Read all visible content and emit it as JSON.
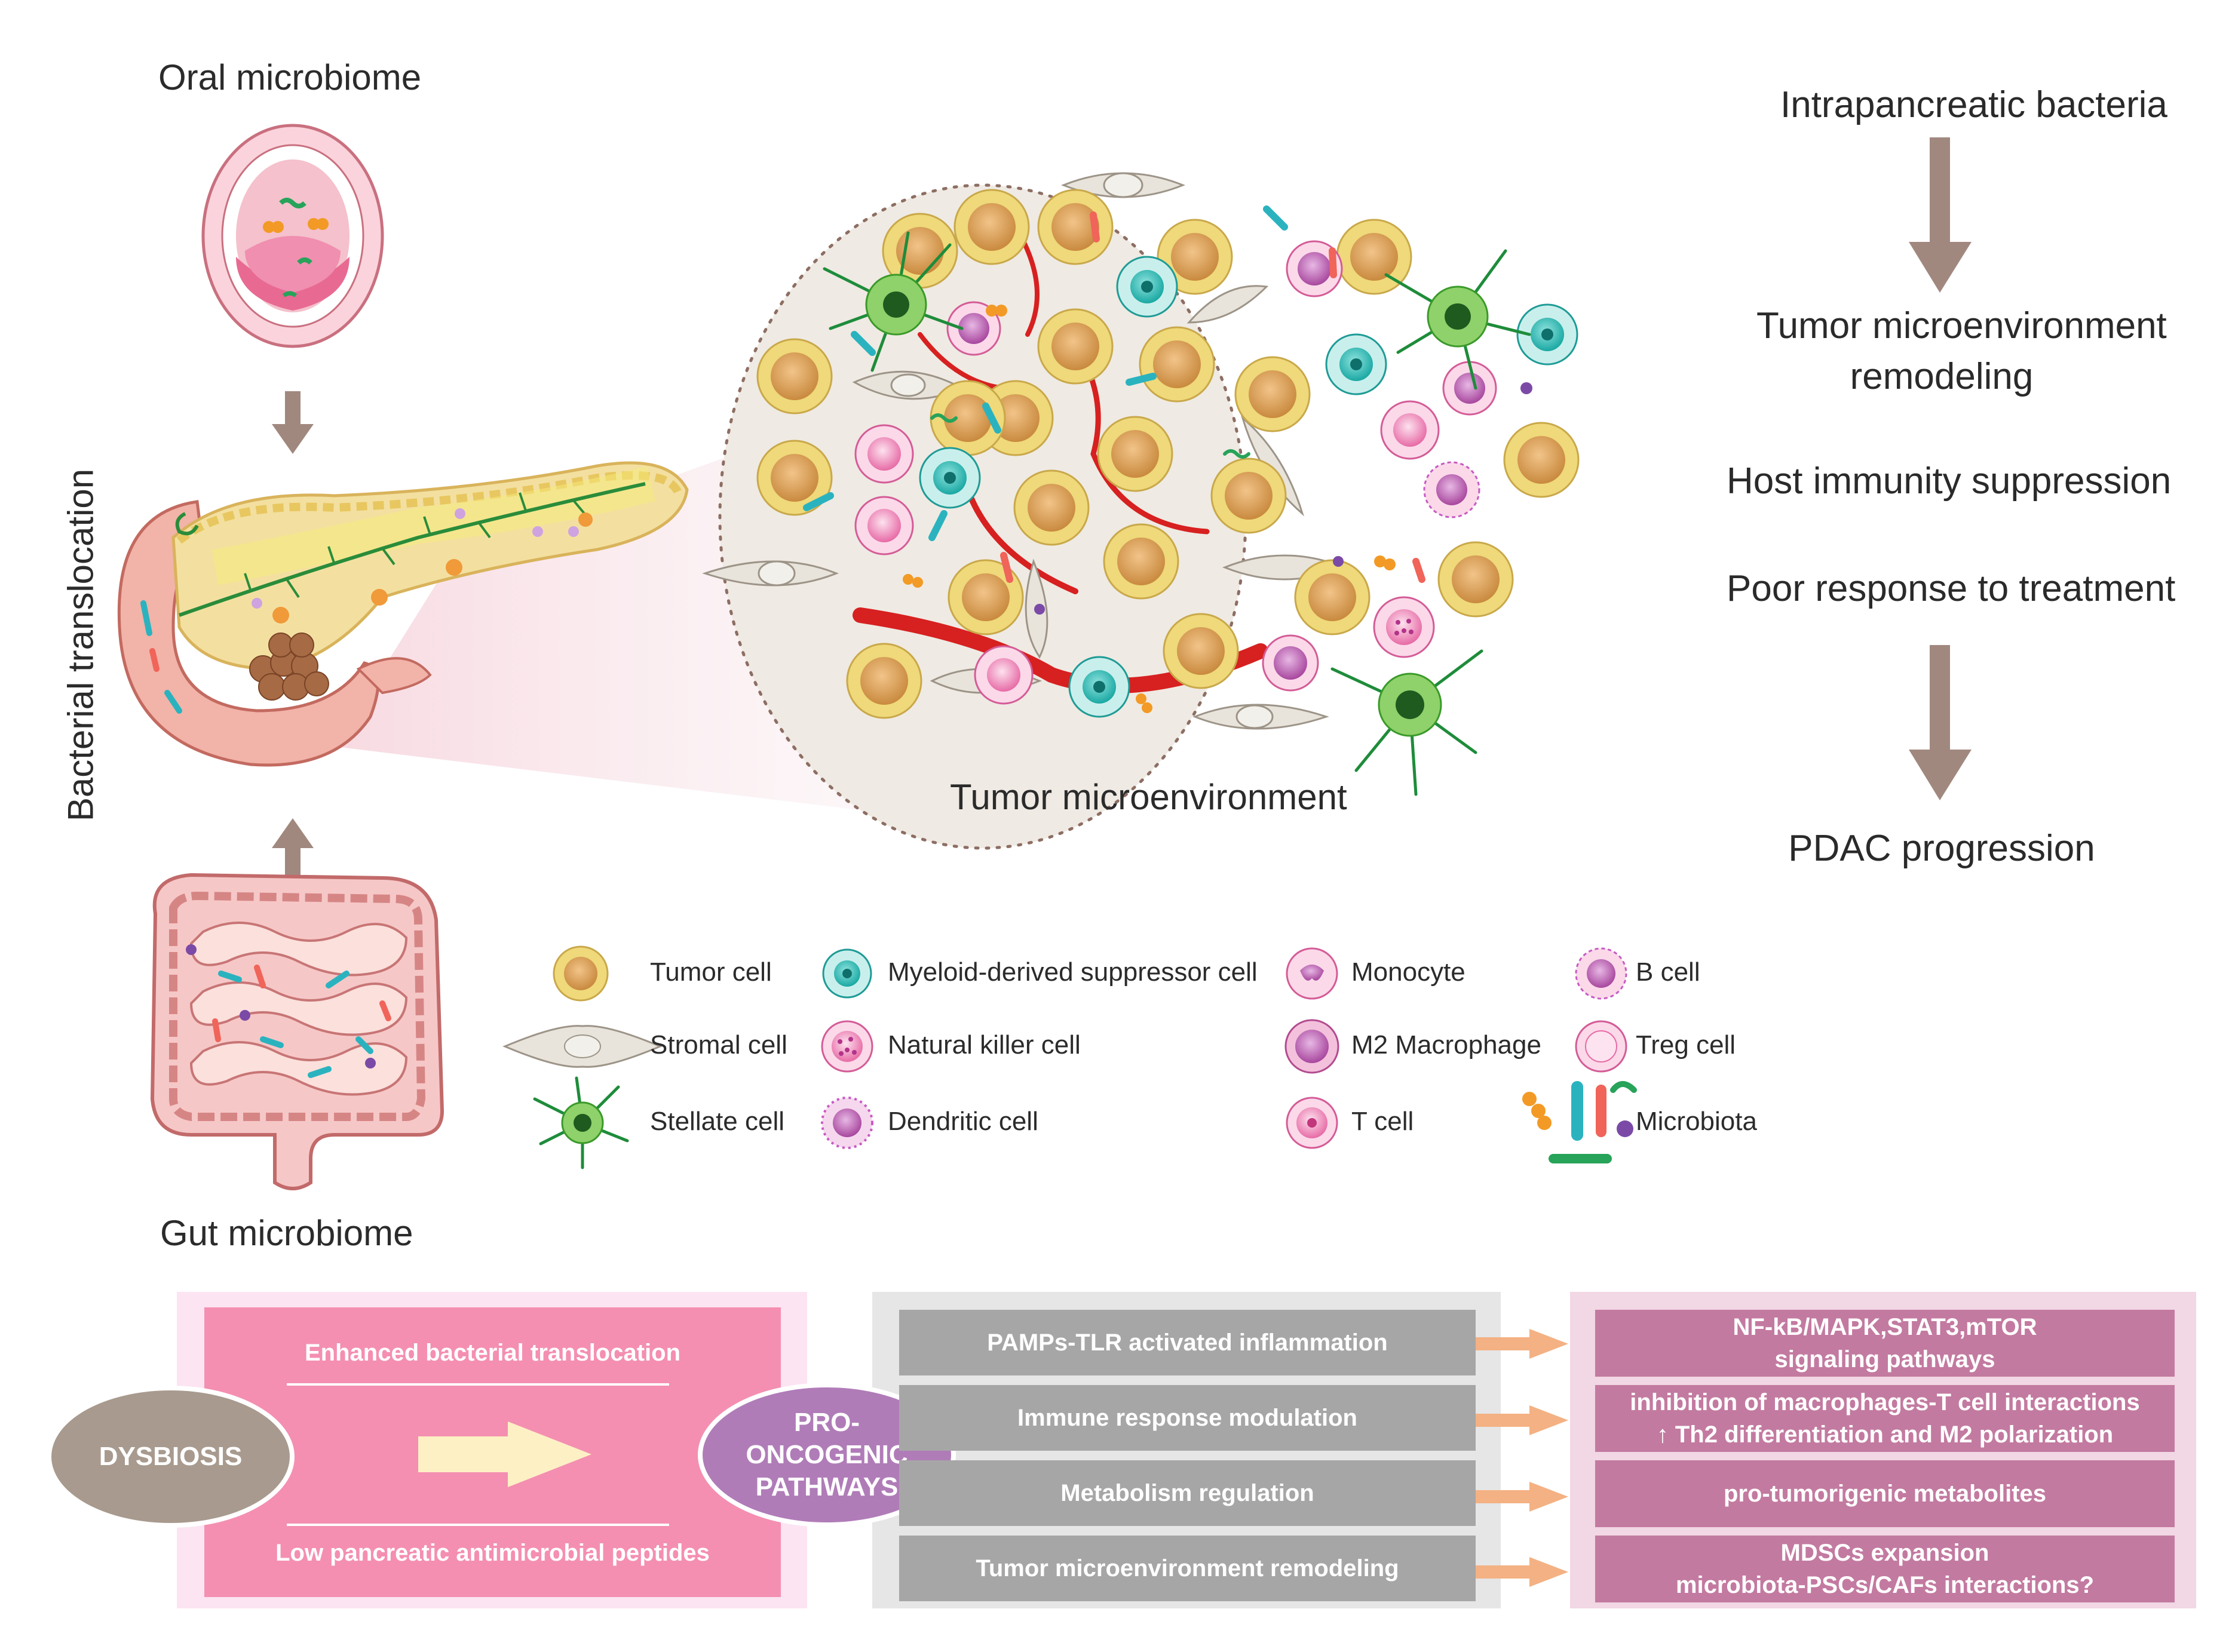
{
  "sources": {
    "oral": "Oral microbiome",
    "gut": "Gut microbiome",
    "translocation": "Bacterial translocation"
  },
  "tme_label": "Tumor microenvironment",
  "flow": {
    "step1": "Intrapancreatic bacteria",
    "step2_line1": "Tumor microenvironment",
    "step2_line2": "remodeling",
    "step3": "Host immunity suppression",
    "step4": "Poor response to treatment",
    "step5": "PDAC progression"
  },
  "legend": [
    {
      "icon": "tumor-cell-icon",
      "label": "Tumor cell"
    },
    {
      "icon": "mdsc-icon",
      "label": "Myeloid-derived suppressor cell"
    },
    {
      "icon": "monocyte-icon",
      "label": "Monocyte"
    },
    {
      "icon": "b-cell-icon",
      "label": "B cell"
    },
    {
      "icon": "stromal-cell-icon",
      "label": "Stromal cell"
    },
    {
      "icon": "nk-cell-icon",
      "label": "Natural killer cell"
    },
    {
      "icon": "m2-macrophage-icon",
      "label": "M2 Macrophage"
    },
    {
      "icon": "treg-cell-icon",
      "label": "Treg cell"
    },
    {
      "icon": "stellate-cell-icon",
      "label": "Stellate cell"
    },
    {
      "icon": "dendritic-cell-icon",
      "label": "Dendritic cell"
    },
    {
      "icon": "t-cell-icon",
      "label": "T cell"
    },
    {
      "icon": "microbiota-icon",
      "label": "Microbiota"
    }
  ],
  "dysbiosis": {
    "oval": "DYSBIOSIS",
    "top": "Enhanced bacterial translocation",
    "bottom": "Low pancreatic antimicrobial peptides"
  },
  "pathways_oval": [
    "PRO-",
    "ONCOGENIC",
    "PATHWAYS"
  ],
  "mechanisms": [
    "PAMPs-TLR activated inflammation",
    "Immune response modulation",
    "Metabolism regulation",
    "Tumor microenvironment remodeling"
  ],
  "outcomes": [
    [
      "NF-kB/MAPK,STAT3,mTOR",
      "signaling pathways"
    ],
    [
      "inhibition of macrophages-T cell interactions",
      "↑ Th2 differentiation and M2 polarization"
    ],
    [
      "pro-tumorigenic metabolites"
    ],
    [
      "MDSCs expansion",
      "microbiota-PSCs/CAFs interactions?"
    ]
  ],
  "colors": {
    "arrow": "#a1887f",
    "tumor": "#e3a964",
    "tumor_rim": "#e9d35a",
    "vessel": "#d72020",
    "dysbiosis_pink": "#f48fb1",
    "dysbiosis_oval": "#a89a8e",
    "pathways_oval": "#b07cb8",
    "grey_box": "#a6a6a6",
    "mauve_box": "#c37aa0",
    "orange_arrow": "#f4b183"
  }
}
